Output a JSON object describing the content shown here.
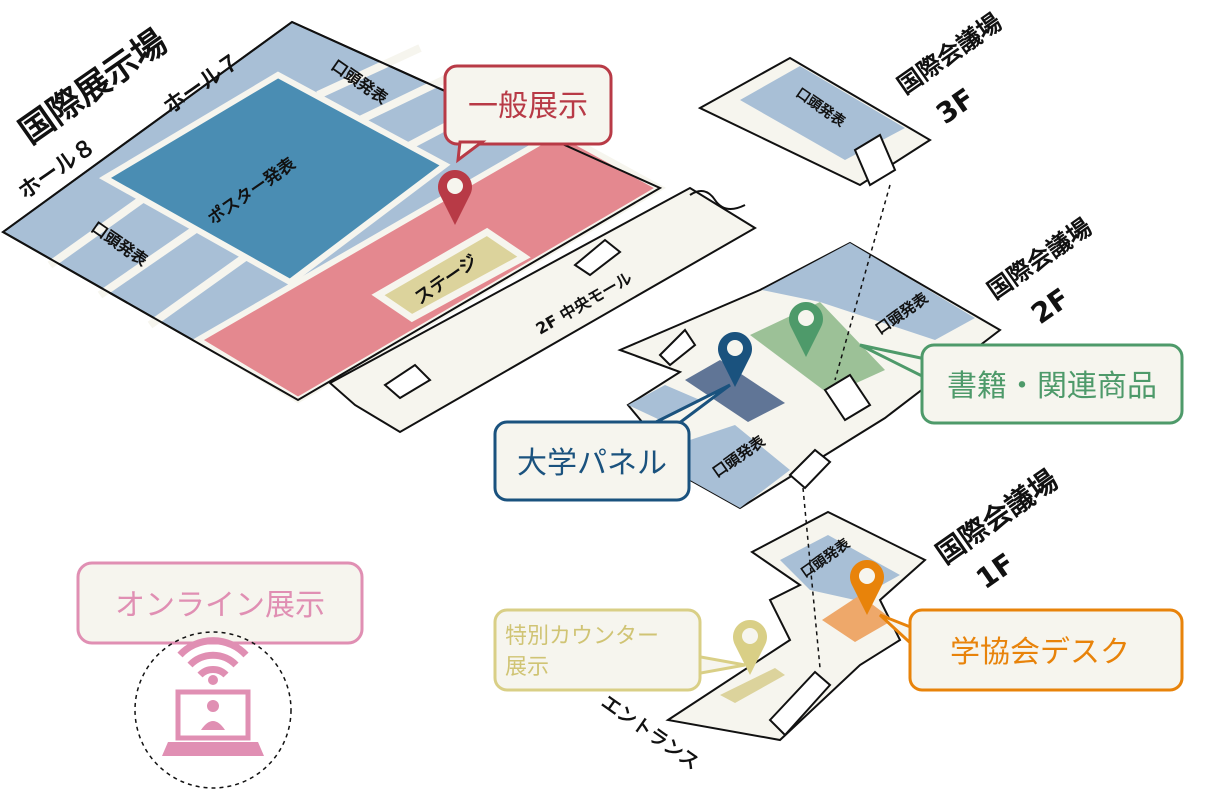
{
  "venues": {
    "exhibition_hall": {
      "title": "国際展示場",
      "hall7": "ホール７",
      "hall8": "ホール８"
    },
    "conf_3f": {
      "title": "国際会議場",
      "floor": "3F"
    },
    "conf_2f": {
      "title": "国際会議場",
      "floor": "2F"
    },
    "conf_1f": {
      "title": "国際会議場",
      "floor": "1F"
    },
    "mall": "2F 中央モール",
    "entrance": "エントランス"
  },
  "areas": {
    "oral": "口頭発表",
    "poster": "ポスター発表",
    "stage": "ステージ"
  },
  "callouts": {
    "general": {
      "label": "一般展示",
      "color": "#b83a46"
    },
    "books": {
      "label": "書籍・関連商品",
      "color": "#4e9a6a"
    },
    "university": {
      "label": "大学パネル",
      "color": "#1a527e"
    },
    "society": {
      "label": "学協会デスク",
      "color": "#e8830a"
    },
    "special_line1": "特別カウンター",
    "special_line2": "展示",
    "special_color": "#d9cf86",
    "online": {
      "label": "オンライン展示",
      "color": "#e08fb3"
    }
  },
  "colors": {
    "oral_area": "#a8bfd6",
    "poster_area": "#4a8db3",
    "general_area": "#e4888f",
    "floor": "#f6f5ee"
  }
}
